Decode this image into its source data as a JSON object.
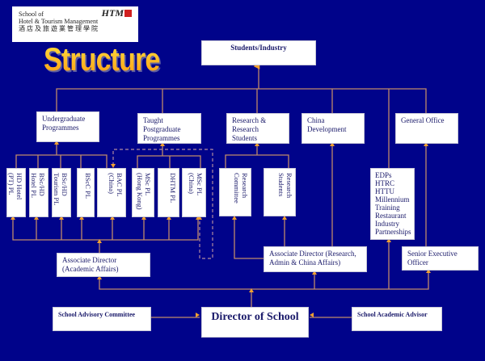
{
  "logo": {
    "line1": "School of",
    "line2": "Hotel & Tourism Management",
    "line3": "酒店及旅遊業管理學院",
    "mark": "HTM"
  },
  "title": "Structure",
  "nodes": {
    "students_industry": "Students/Industry",
    "undergraduate": "Undergraduate Programmes",
    "taught_pg": "Taught Postgraduate Programmes",
    "research": "Research & Research Students",
    "china_dev": "China Development",
    "general_office": "General Office",
    "hd_hotel_pt": "HD Hotel (PT) PL",
    "bsc_hd_hotel": "BSc/HD Hotel PL",
    "bsc_hd_tourism": "BSc/HD Tourism PL",
    "bscc": "BScC PL",
    "bac": "BAC PL (China)",
    "msc_hk": "MSc PL (Hong Kong)",
    "dhtm": "DHTM PL",
    "msc_china": "MSc PL (China)",
    "research_committee": "Research Committee",
    "research_students": "Research Students",
    "edps": [
      "EDPs",
      "HTRC",
      "HTTU",
      "Millennium",
      "Training",
      "Restaurant",
      "Industry",
      "Partnerships"
    ],
    "assoc_academic": "Associate Director (Academic Affairs)",
    "assoc_research": "Associate Director (Research, Admin & China Affairs)",
    "senior_exec": "Senior Executive Officer",
    "advisory": "School Advisory Committee",
    "director": "Director of School",
    "academic_advisor": "School Academic Advisor"
  },
  "colors": {
    "background": "#00038a",
    "line": "#c08a6a",
    "arrow": "#f0a030"
  }
}
